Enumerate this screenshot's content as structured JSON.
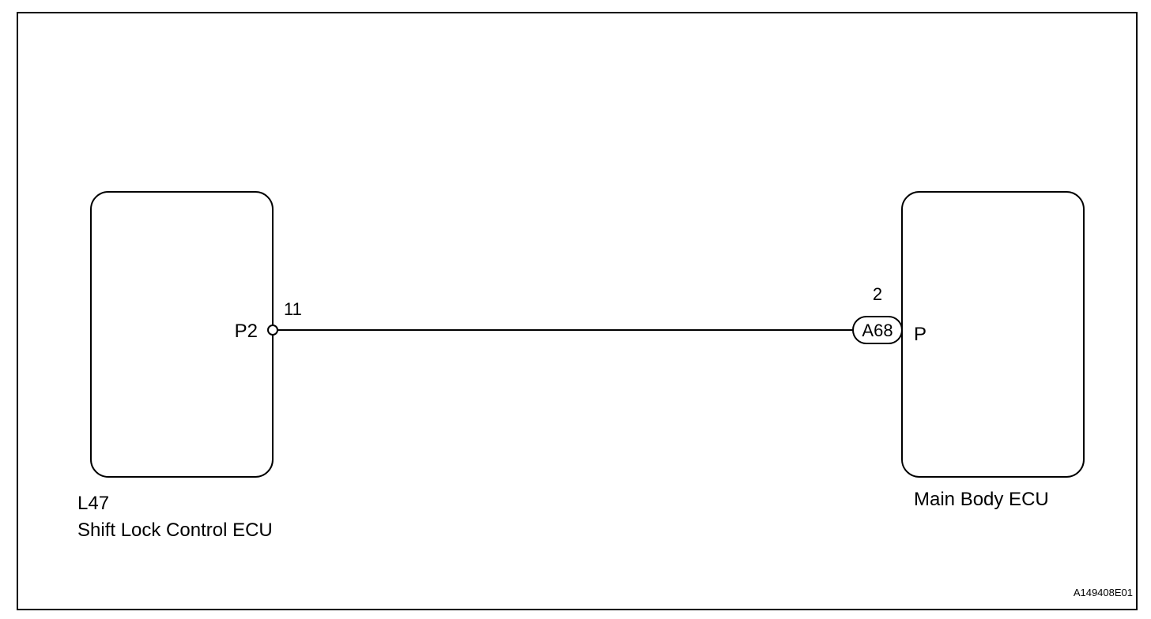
{
  "left_component": {
    "code": "L47",
    "name": "Shift Lock Control ECU",
    "terminal_name": "P2",
    "pin_number": "11"
  },
  "right_component": {
    "name": "Main Body ECU",
    "terminal_name": "P",
    "pin_number": "2",
    "connector": "A68"
  },
  "figure_code": "A149408E01",
  "colors": {
    "stroke": "#000000",
    "background": "#ffffff"
  }
}
